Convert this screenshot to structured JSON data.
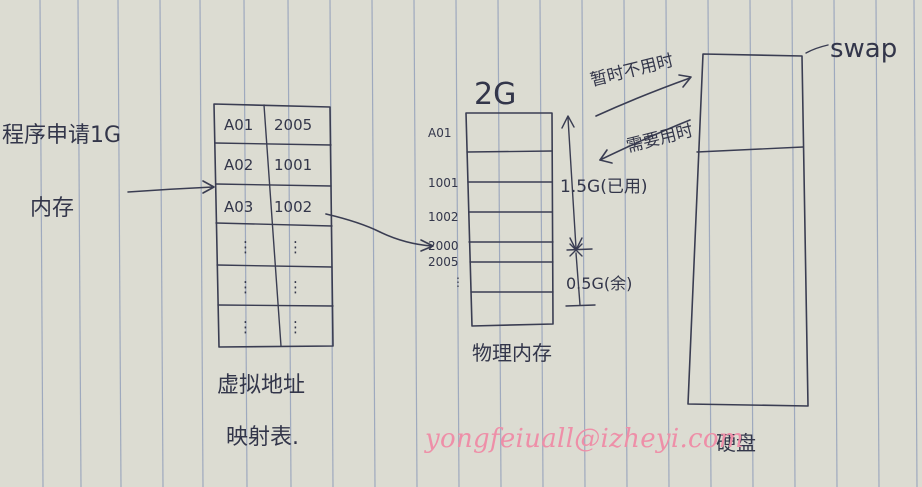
{
  "note": {
    "left_label_line1": "程序申请1G",
    "left_label_line2": "内存",
    "table": {
      "rows": [
        [
          "A01",
          "2005"
        ],
        [
          "A02",
          "1001"
        ],
        [
          "A03",
          "1002"
        ],
        [
          "⋮",
          "⋮"
        ],
        [
          "⋮",
          "⋮"
        ],
        [
          "⋮",
          "⋮"
        ]
      ],
      "caption_line1": "虚拟地址",
      "caption_line2": "映射表."
    },
    "physical": {
      "size_label": "2G",
      "addresses": [
        "A01",
        "1001",
        "1002",
        "2000",
        "2005",
        "⋮"
      ],
      "used_label": "1.5G(已用)",
      "free_label": "0.5G(余)",
      "caption": "物理内存"
    },
    "disk": {
      "swap_label": "swap",
      "write_label": "暂时不用时",
      "read_label": "需要用时",
      "caption": "硬盘"
    },
    "watermark": "yongfeiuall@izheyi.com",
    "colors": {
      "paper": "#dcdcd2",
      "ink": "#3a3d52",
      "ruled_lines": "#7f8fb0",
      "watermark": "#ee8fa8"
    }
  }
}
